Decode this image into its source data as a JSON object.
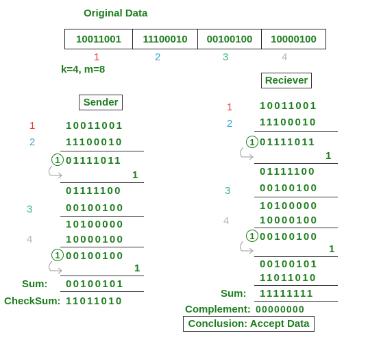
{
  "title": "Original Data",
  "original": {
    "cells": [
      "10011001",
      "11100010",
      "00100100",
      "10000100"
    ],
    "indices": [
      "1",
      "2",
      "3",
      "4"
    ],
    "index_colors": [
      "#e03c3c",
      "#3aa5d8",
      "#3cb878",
      "#b5b5b5"
    ],
    "params": "k=4, m=8"
  },
  "sender": {
    "heading": "Sender",
    "idx1": "1",
    "row1": "10011001",
    "idx2": "2",
    "row2": "11100010",
    "carry1": "1",
    "row3": "01111011",
    "plus1": "1",
    "row4": "01111100",
    "idx3": "3",
    "row5": "00100100",
    "row6": "10100000",
    "idx4": "4",
    "row7": "10000100",
    "carry2": "1",
    "row8": "00100100",
    "plus2": "1",
    "sum_label": "Sum:",
    "sum": "00100101",
    "checksum_label": "CheckSum:",
    "checksum": "11011010"
  },
  "receiver": {
    "heading": "Reciever",
    "idx1": "1",
    "row1": "10011001",
    "idx2": "2",
    "row2": "11100010",
    "carry1": "1",
    "row3": "01111011",
    "plus1": "1",
    "row4": "01111100",
    "idx3": "3",
    "row5": "00100100",
    "row6": "10100000",
    "idx4": "4",
    "row7": "10000100",
    "carry2": "1",
    "row8": "00100100",
    "plus2": "1",
    "row9": "00100101",
    "row10": "11011010",
    "sum_label": "Sum:",
    "sum": "11111111",
    "complement_label": "Complement:",
    "complement": "00000000",
    "conclusion": "Conclusion: Accept Data"
  }
}
